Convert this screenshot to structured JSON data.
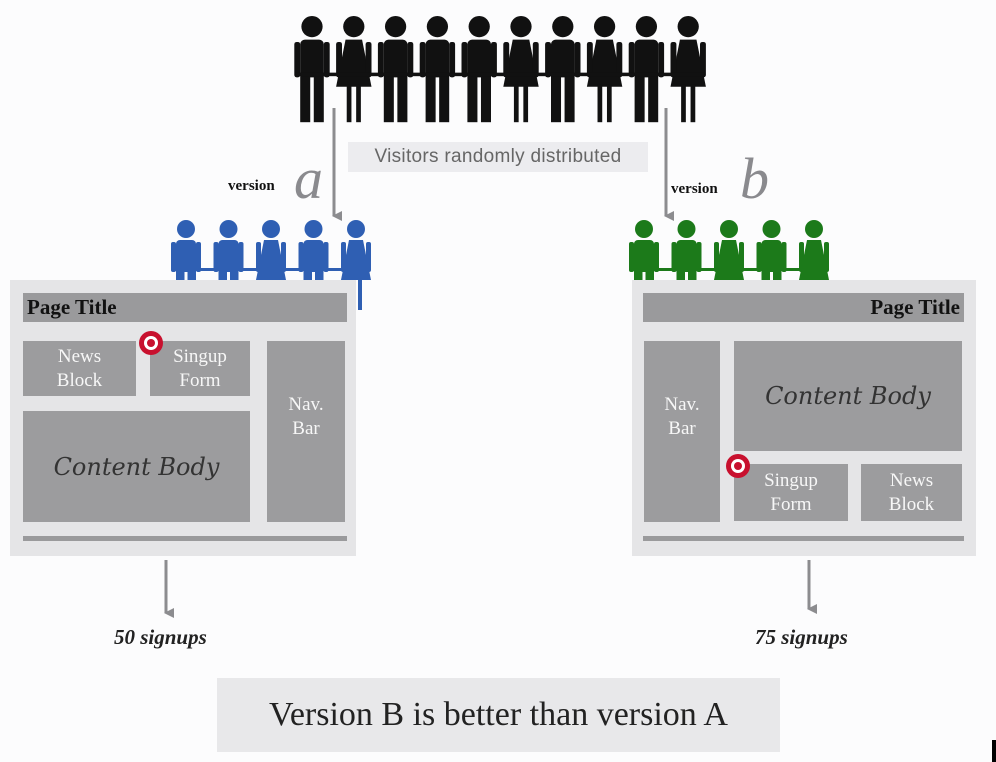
{
  "banner": "Visitors randomly distributed",
  "colors": {
    "crowd": "#111111",
    "group_a": "#2f5fb3",
    "group_b": "#1c7a1a",
    "click_marker": "#c8102e",
    "arrow": "#8c8c8f"
  },
  "crowd": {
    "figures": [
      "man",
      "woman",
      "man",
      "man",
      "man",
      "woman",
      "man",
      "woman",
      "man",
      "woman"
    ]
  },
  "version_a": {
    "label": "version",
    "letter": "a",
    "figures": [
      "man",
      "man",
      "woman",
      "man",
      "woman"
    ],
    "page_title": "Page Title",
    "news_block": "News Block",
    "signup_form": "Singup Form",
    "content_body": "Content Body",
    "nav_bar": "Nav. Bar",
    "result": "50 signups"
  },
  "version_b": {
    "label": "version",
    "letter": "b",
    "figures": [
      "man",
      "man",
      "woman",
      "man",
      "woman"
    ],
    "page_title": "Page Title",
    "nav_bar": "Nav. Bar",
    "content_body": "Content Body",
    "signup_form": "Singup Form",
    "news_block": "News Block",
    "result": "75 signups"
  },
  "conclusion": "Version B is better than version A"
}
